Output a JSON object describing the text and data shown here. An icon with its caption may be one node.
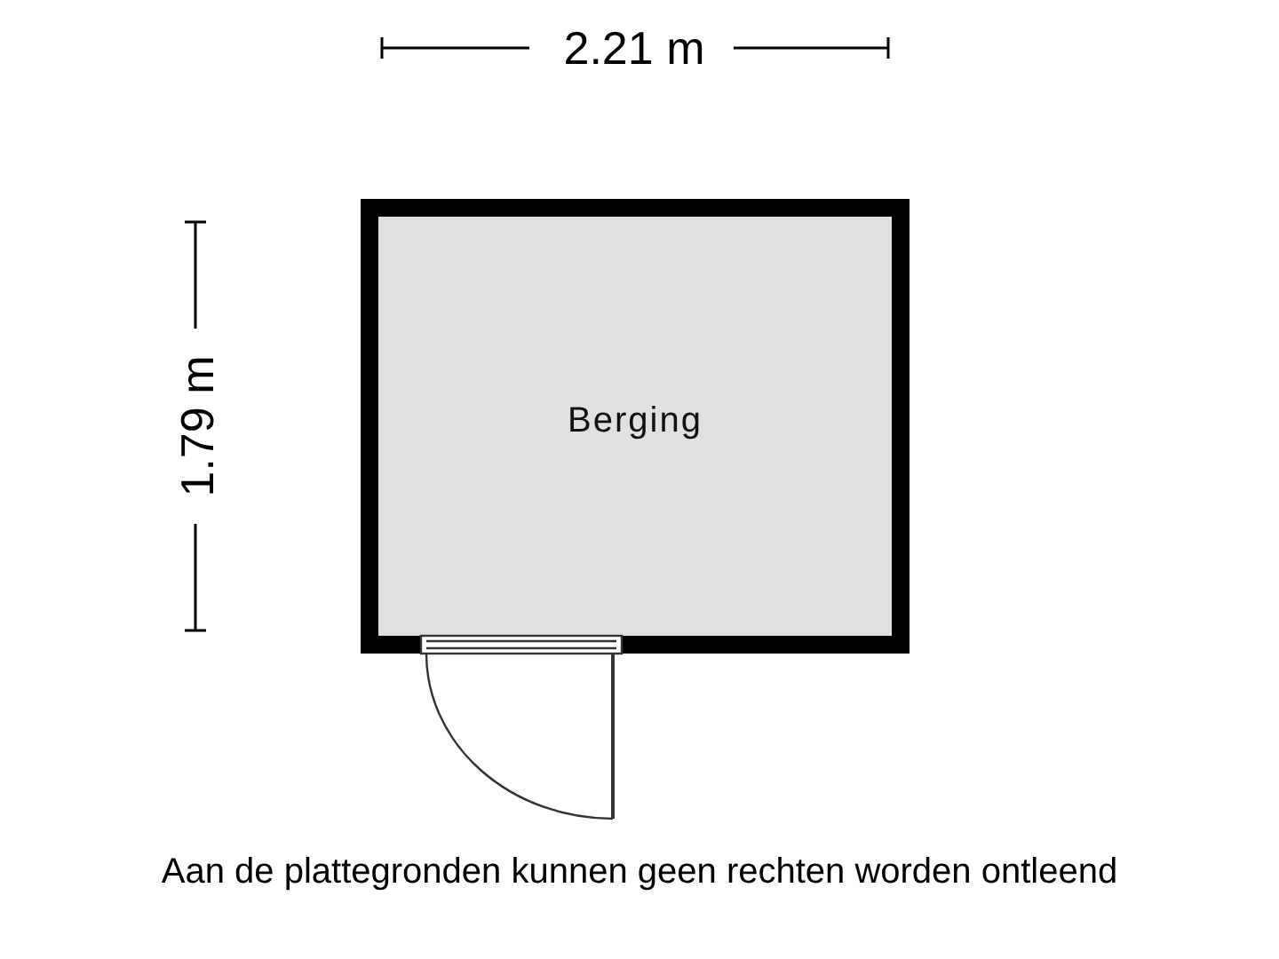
{
  "diagram": {
    "caption": "Aan de plattegronden kunnen geen rechten worden ontleend",
    "nodes": [
      {
        "text": [
          "Berging"
        ]
      }
    ],
    "edges": [],
    "labels": [
      "2.21 m",
      "1.79 m"
    ]
  }
}
